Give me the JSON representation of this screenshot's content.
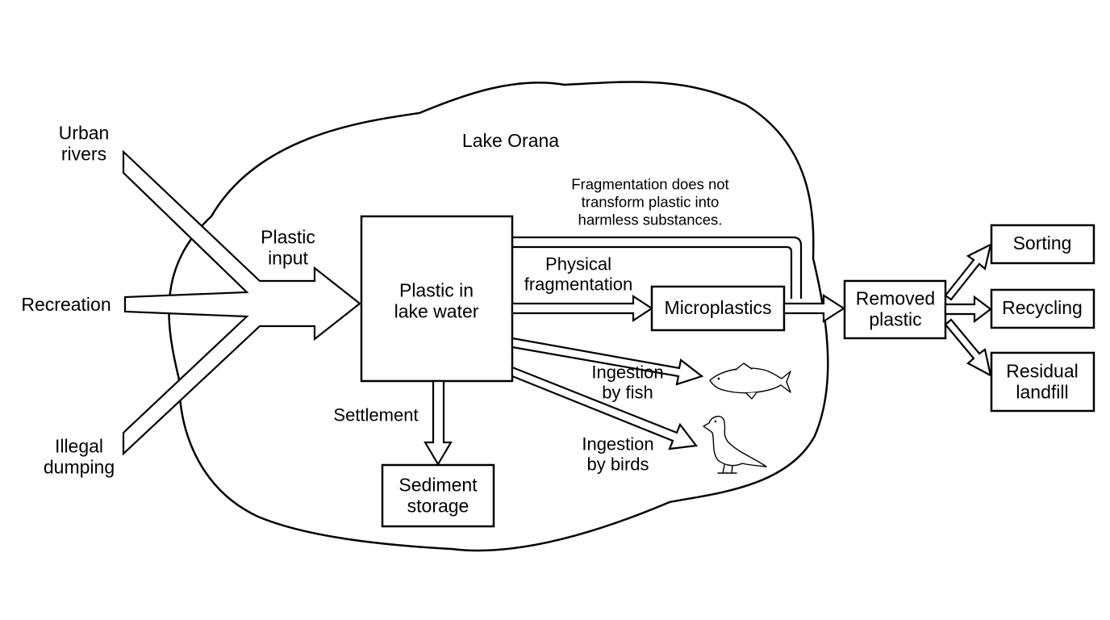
{
  "colors": {
    "ink": "#000000",
    "background": "#ffffff"
  },
  "lake": {
    "name": "Lake Orana"
  },
  "sources": {
    "urban_rivers": "Urban\nrivers",
    "recreation": "Recreation",
    "illegal_dumping": "Illegal\ndumping"
  },
  "flows": {
    "plastic_input": "Plastic\ninput",
    "physical_fragmentation": "Physical\nfragmentation",
    "settlement": "Settlement",
    "ingestion_fish": "Ingestion\nby fish",
    "ingestion_birds": "Ingestion\nby birds"
  },
  "boxes": {
    "plastic_in_lake_water": "Plastic in\nlake water",
    "microplastics": "Microplastics",
    "sediment_storage": "Sediment\nstorage",
    "removed_plastic": "Removed\nplastic",
    "sorting": "Sorting",
    "recycling": "Recycling",
    "residual_landfill": "Residual\nlandfill"
  },
  "note": "Fragmentation does not\ntransform plastic into\nharmless substances.",
  "icons": {
    "fish": "fish-icon",
    "bird": "bird-icon"
  }
}
